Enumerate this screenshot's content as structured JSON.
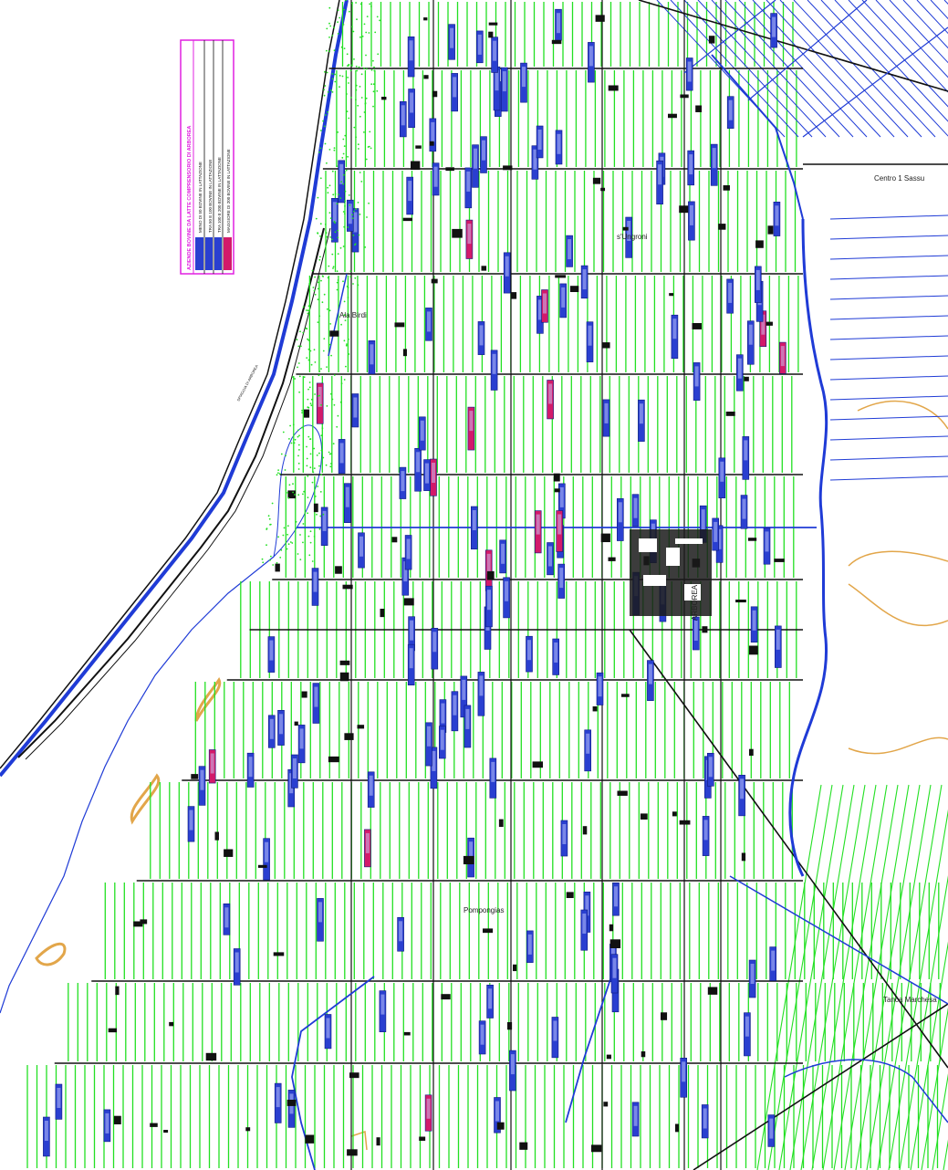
{
  "colors": {
    "background": "#ffffff",
    "parcel_lines": "#22e022",
    "roads": "#111111",
    "canals": "#1f3bd6",
    "farm_markers_fill": "#2a3fd0",
    "farm_markers_highlight": "#d21a6a",
    "contour": "#e2a64a",
    "legend_border": "#e020e0",
    "legend_title": "#e020e0"
  },
  "places": {
    "centro_sassu": "Centro 1 Sassu",
    "s_ungroni": "s'Ungroni",
    "alabirdi": "Ala Birdi",
    "arborea": "ARBOREA",
    "pompongias": "Pompongias",
    "tanca_marchesa": "Tanca Marchesa",
    "spiaggia": "SPIAGGIA DI ARBOREA"
  },
  "legend": {
    "title": "AZIENDE BOVINE DA LATTE COMPRENSORIO DI ARBOREA",
    "items": [
      {
        "label": "MENO DI 50 BOVINE IN LATTAZIONE",
        "color": "#2a3fd0"
      },
      {
        "label": "TRA 50 E 100 BOVINE IN LATTAZIONE",
        "color": "#2a3fd0"
      },
      {
        "label": "TRA 100 E 200 BOVINE IN LATTAZIONE",
        "color": "#2a3fd0"
      },
      {
        "label": "MAGGIORE DI 200 BOVINE IN LATTAZIONE",
        "color": "#d21a6a"
      }
    ]
  }
}
